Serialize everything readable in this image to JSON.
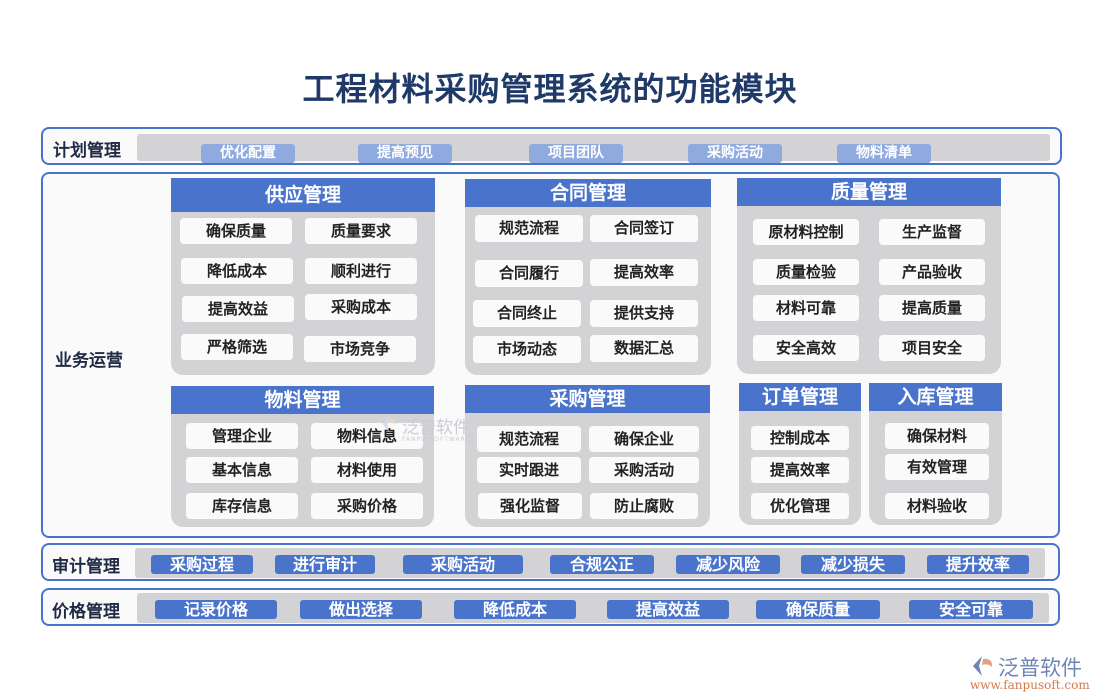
{
  "title": "工程材料采购管理系统的功能模块",
  "plan": {
    "label": "计划管理",
    "items": [
      "优化配置",
      "提高预见",
      "项目团队",
      "采购活动",
      "物料清单"
    ]
  },
  "operations": {
    "label": "业务运营",
    "modules": {
      "supply": {
        "title": "供应管理",
        "items": [
          "确保质量",
          "质量要求",
          "降低成本",
          "顺利进行",
          "提高效益",
          "采购成本",
          "严格筛选",
          "市场竞争"
        ]
      },
      "contract": {
        "title": "合同管理",
        "items": [
          "规范流程",
          "合同签订",
          "合同履行",
          "提高效率",
          "合同终止",
          "提供支持",
          "市场动态",
          "数据汇总"
        ]
      },
      "quality": {
        "title": "质量管理",
        "items": [
          "原材料控制",
          "生产监督",
          "质量检验",
          "产品验收",
          "材料可靠",
          "提高质量",
          "安全高效",
          "项目安全"
        ]
      },
      "material": {
        "title": "物料管理",
        "items": [
          "管理企业",
          "物料信息",
          "基本信息",
          "材料使用",
          "库存信息",
          "采购价格"
        ]
      },
      "purchase": {
        "title": "采购管理",
        "items": [
          "规范流程",
          "确保企业",
          "实时跟进",
          "采购活动",
          "强化监督",
          "防止腐败"
        ]
      },
      "order": {
        "title": "订单管理",
        "items": [
          "控制成本",
          "提高效率",
          "优化管理"
        ]
      },
      "warehouse": {
        "title": "入库管理",
        "items": [
          "确保材料",
          "有效管理",
          "材料验收"
        ]
      }
    }
  },
  "audit": {
    "label": "审计管理",
    "items": [
      "采购过程",
      "进行审计",
      "采购活动",
      "合规公正",
      "减少风险",
      "减少损失",
      "提升效率"
    ]
  },
  "price": {
    "label": "价格管理",
    "items": [
      "记录价格",
      "做出选择",
      "降低成本",
      "提高效益",
      "确保质量",
      "安全可靠"
    ]
  },
  "watermark": {
    "name": "泛普软件",
    "sub": "FANPU SOFTWARE"
  },
  "brand": {
    "name": "泛普软件",
    "url": "www.fanpusoft.com"
  },
  "colors": {
    "title": "#1f3a68",
    "frame_border": "#4a74cc",
    "module_header": "#4a74cc",
    "module_body": "#d3d3d5",
    "plan_chip": "#8eaadf",
    "chip_dark": "#4a74cc",
    "brand_orange": "#d37a4a"
  }
}
